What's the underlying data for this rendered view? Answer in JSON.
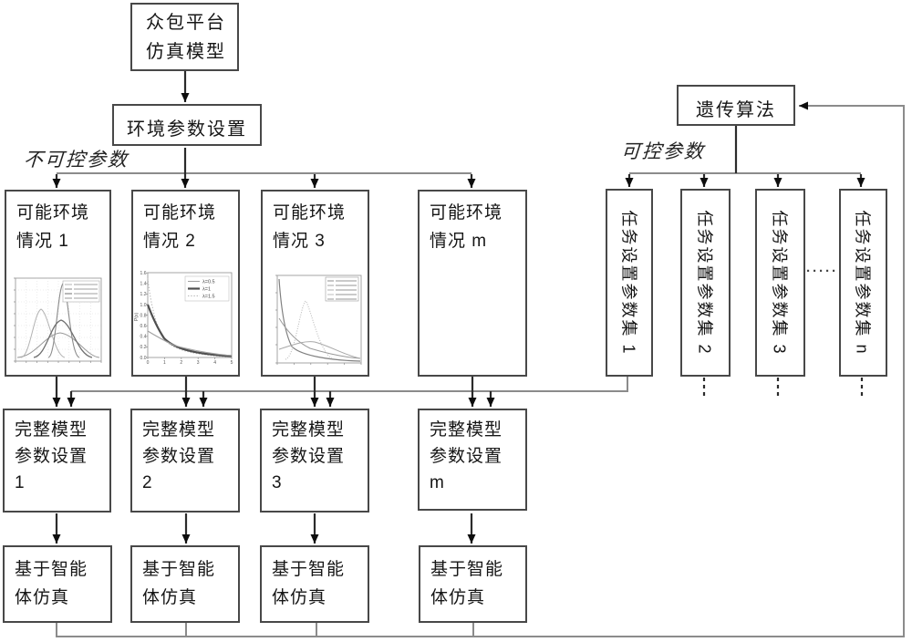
{
  "nodes": {
    "platform": {
      "line1": "众包平台",
      "line2": "仿真模型"
    },
    "env_settings": "环境参数设置",
    "uncontrollable_label": "不可控参数",
    "controllable_label": "可控参数",
    "genetic_algorithm": "遗传算法",
    "env_cases": [
      {
        "line1": "可能环境",
        "line2": "情况 1"
      },
      {
        "line1": "可能环境",
        "line2": "情况 2"
      },
      {
        "line1": "可能环境",
        "line2": "情况 3"
      },
      {
        "line1": "可能环境",
        "line2": "情况 m"
      }
    ],
    "task_sets": [
      "任务设置参数集 1",
      "任务设置参数集 2",
      "任务设置参数集 3",
      "任务设置参数集 n"
    ],
    "task_sets_ellipsis": "·····",
    "full_models": [
      {
        "line1": "完整模型",
        "line2": "参数设置",
        "line3": "1"
      },
      {
        "line1": "完整模型",
        "line2": "参数设置",
        "line3": "2"
      },
      {
        "line1": "完整模型",
        "line2": "参数设置",
        "line3": "3"
      },
      {
        "line1": "完整模型",
        "line2": "参数设置",
        "line3": "m"
      }
    ],
    "agent_sims": [
      {
        "line1": "基于智能",
        "line2": "体仿真"
      },
      {
        "line1": "基于智能",
        "line2": "体仿真"
      },
      {
        "line1": "基于智能",
        "line2": "体仿真"
      },
      {
        "line1": "基于智能",
        "line2": "体仿真"
      }
    ]
  },
  "plots": {
    "exponential": {
      "ylabel": "P(x)",
      "legend": [
        "λ=0.5",
        "λ=1",
        "λ=1.5"
      ],
      "yticks": [
        "1.6",
        "1.4",
        "1.2",
        "1.0",
        "0.8",
        "0.6",
        "0.4",
        "0.2",
        "0.0"
      ],
      "xticks": [
        "0",
        "1",
        "2",
        "3",
        "4",
        "5"
      ]
    }
  },
  "colors": {
    "line": "#8b8b8b",
    "border": "#484848",
    "arrow": "#0d0d0d"
  }
}
